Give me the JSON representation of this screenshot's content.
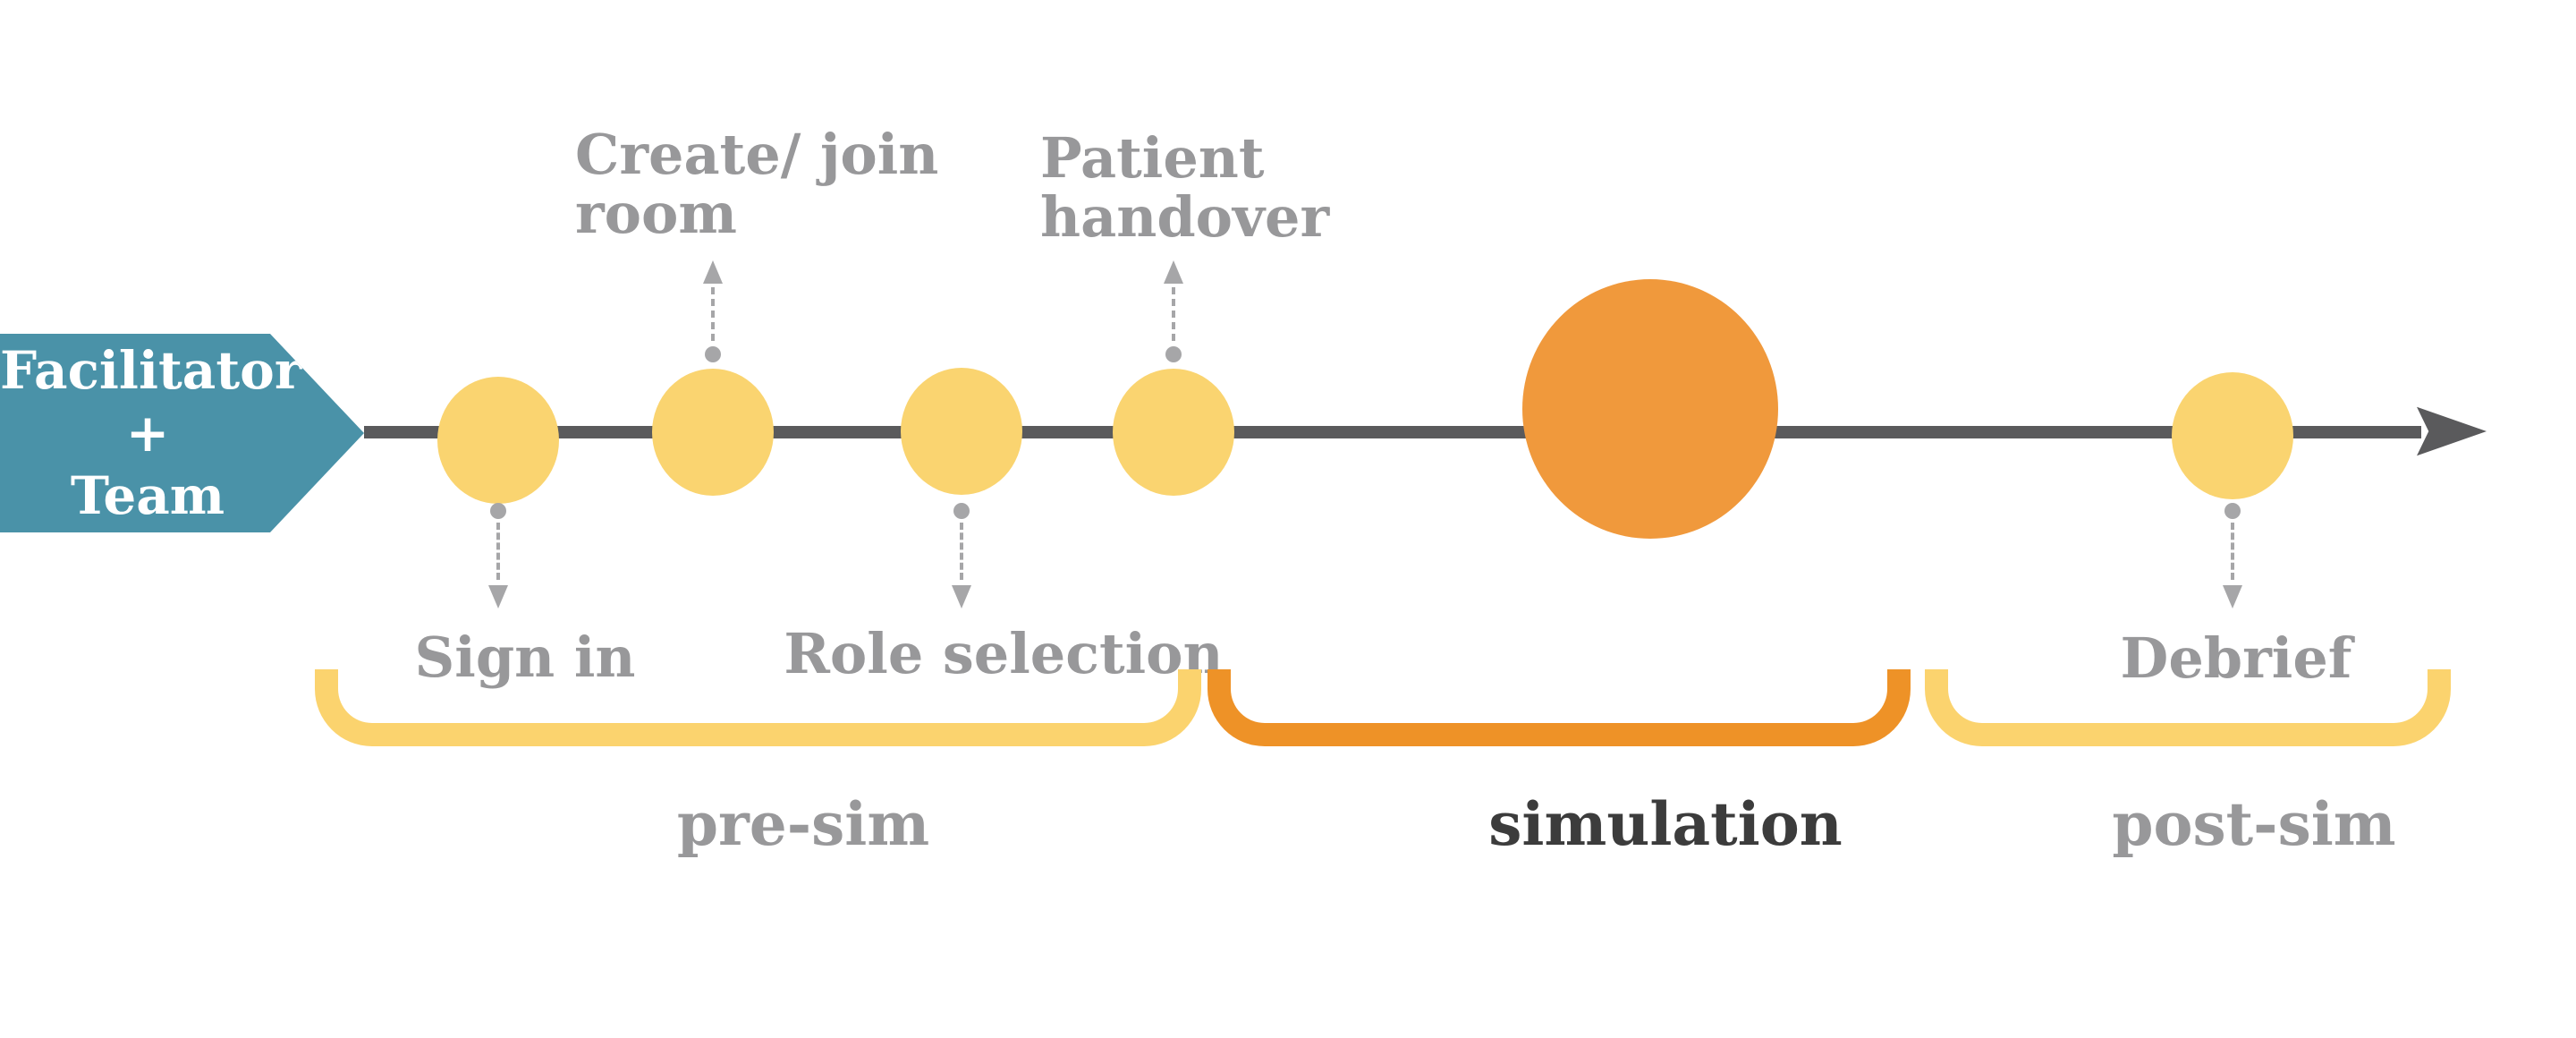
{
  "banner": {
    "line1": "Facilitator",
    "line2": "+",
    "line3": "Team"
  },
  "steps": {
    "sign_in": {
      "label": "Sign in"
    },
    "create_join_room": {
      "line1": "Create/ join",
      "line2": "room"
    },
    "role_selection": {
      "label": "Role selection"
    },
    "patient_handover": {
      "line1": "Patient",
      "line2": "handover"
    },
    "debrief": {
      "label": "Debrief"
    }
  },
  "phases": {
    "pre_sim": {
      "label": "pre-sim"
    },
    "simulation": {
      "label": "simulation"
    },
    "post_sim": {
      "label": "post-sim"
    }
  },
  "colors": {
    "teal": "#4A92A8",
    "milestone_yellow": "#FAD470",
    "simulation_orange": "#F0993C",
    "bracket_yellow": "#FBD36E",
    "bracket_orange": "#EE9227",
    "timeline_gray": "#5A5A5C",
    "label_gray": "#98989A",
    "label_dark": "#3C3C3C",
    "connector_gray": "#A6A6A8"
  }
}
